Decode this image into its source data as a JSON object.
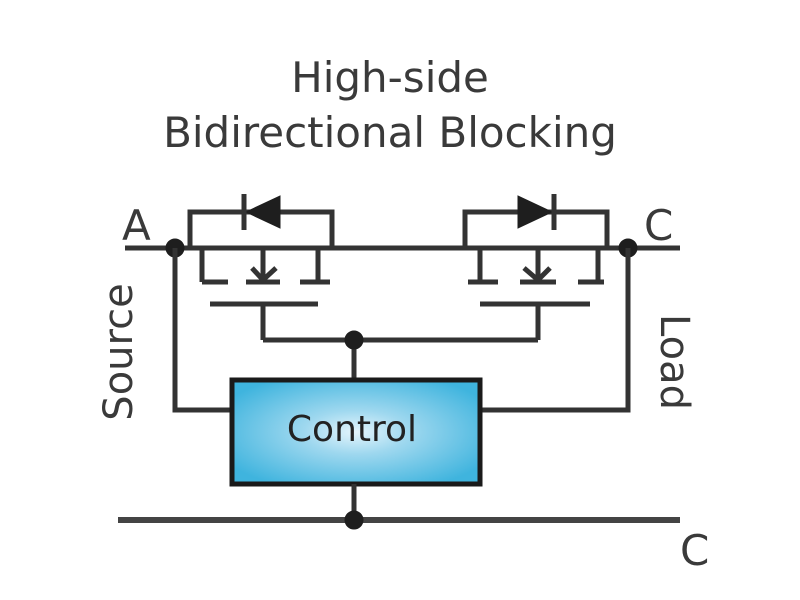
{
  "title": {
    "line1": "High-side",
    "line2": "Bidirectional Blocking"
  },
  "labels": {
    "terminal_a": "A",
    "terminal_c_top": "C",
    "terminal_c_bottom": "C",
    "source": "Source",
    "load": "Load"
  },
  "control_block": {
    "label": "Control",
    "fill_color": "#3fb4de",
    "highlight_color": "#d8f0fa",
    "border_color": "#1a1a1a"
  },
  "colors": {
    "wire": "#333333",
    "text": "#3a3a3a",
    "background": "#ffffff"
  }
}
